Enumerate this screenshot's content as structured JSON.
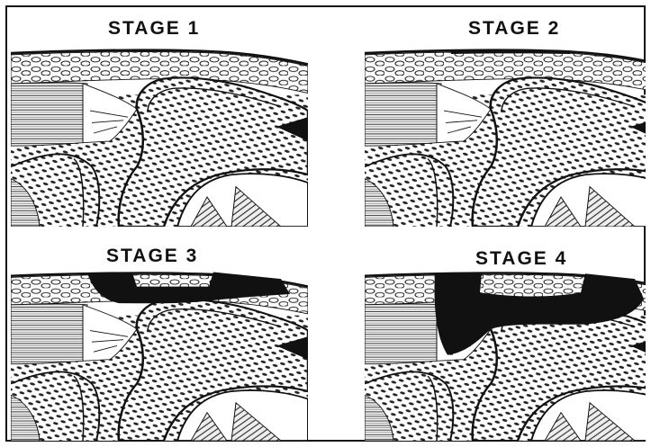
{
  "stages": [
    {
      "label": "STAGE 1",
      "ulcer_depth": 0
    },
    {
      "label": "STAGE 2",
      "ulcer_depth": 1
    },
    {
      "label": "STAGE 3",
      "ulcer_depth": 2
    },
    {
      "label": "STAGE 4",
      "ulcer_depth": 3
    }
  ],
  "colors": {
    "ink": "#111111",
    "paper": "#ffffff",
    "fat": "#f4f4f4",
    "muscle": "#777777"
  }
}
